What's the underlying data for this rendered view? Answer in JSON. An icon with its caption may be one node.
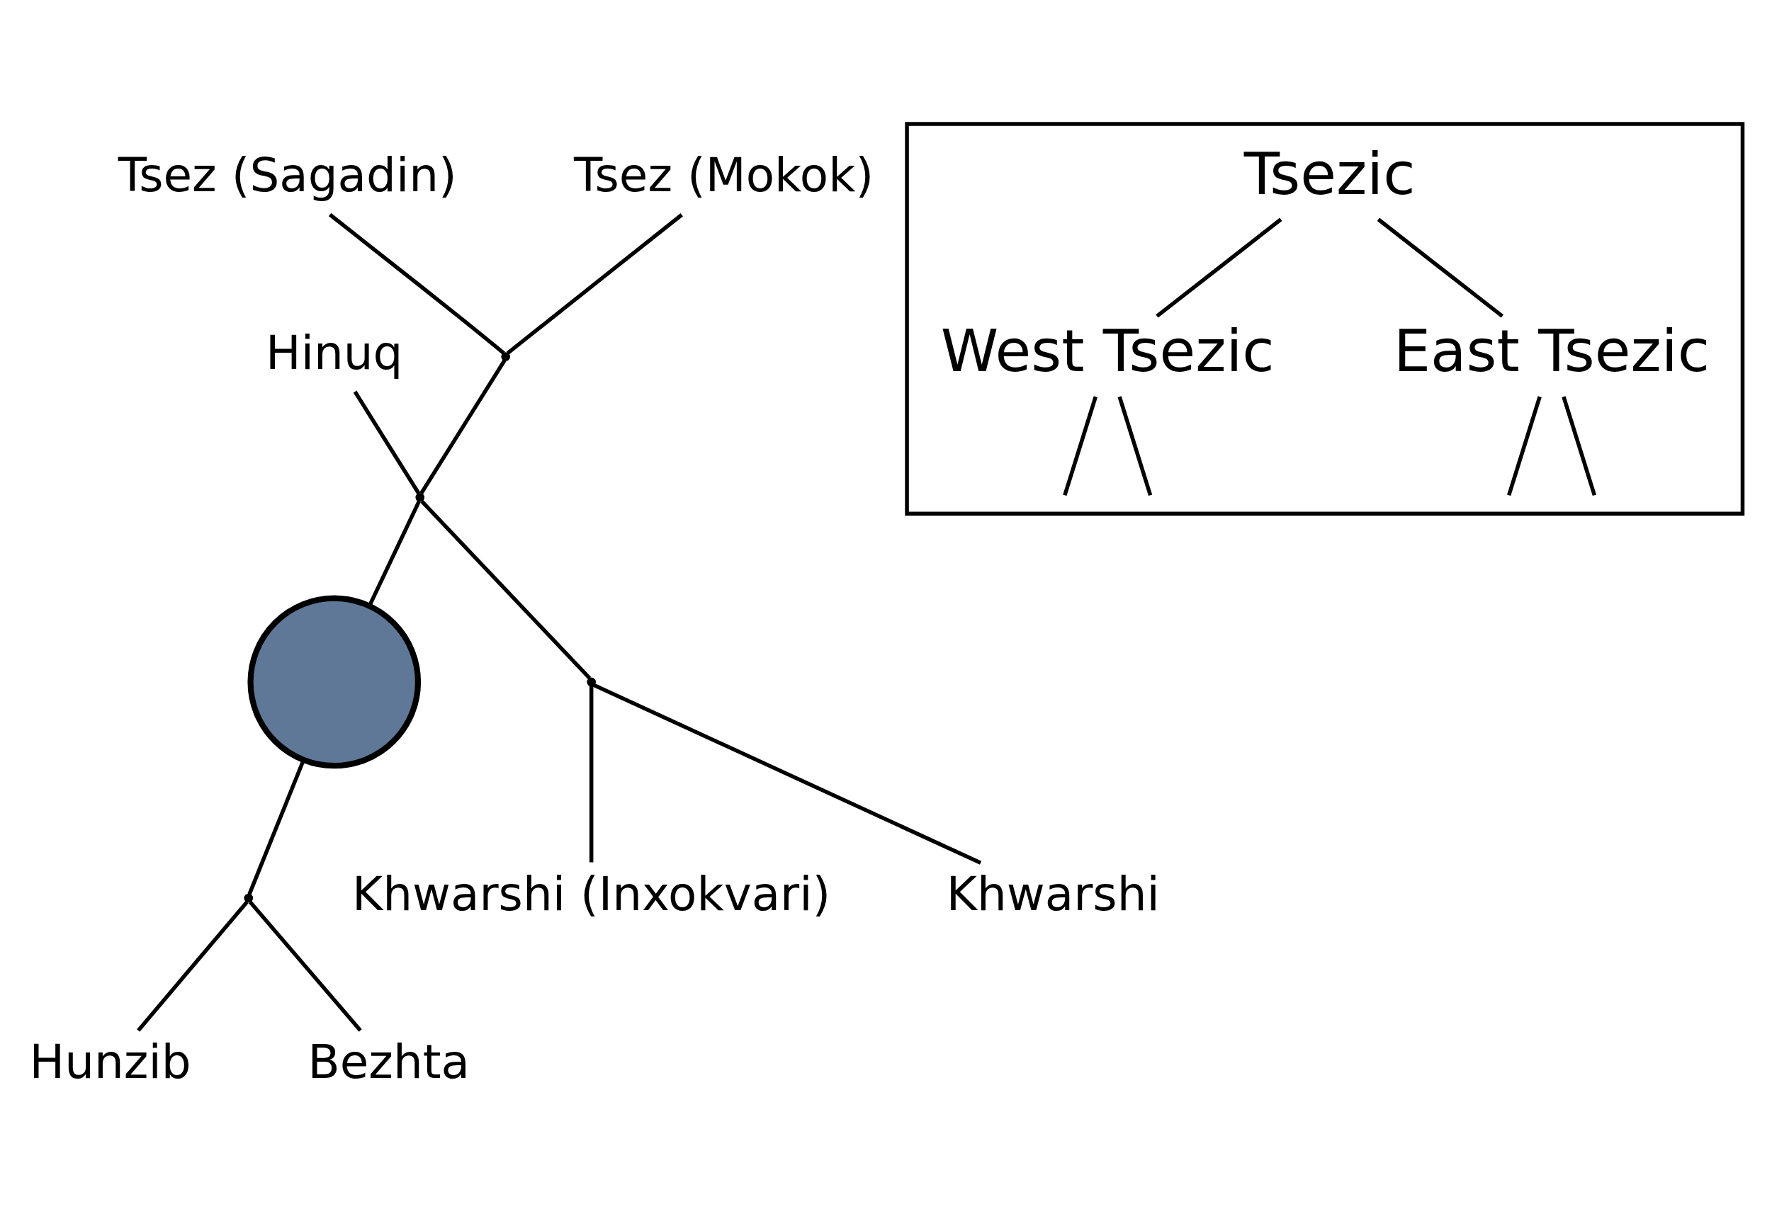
{
  "diagram": {
    "nodes": [
      {
        "text": [
          "Hinuq"
        ]
      },
      {
        "text": [
          "Hunzib"
        ]
      },
      {
        "text": [
          "Tsez (Sagadin)"
        ]
      },
      {
        "text": [
          "Bezhta"
        ]
      },
      {
        "text": [
          "Tsez (Mokok)"
        ]
      },
      {
        "text": [
          "Khwarshi (Inxokvari)"
        ]
      },
      {
        "text": [
          "Khwarshi"
        ]
      },
      {
        "text": [],
        "shape": "point"
      },
      {
        "text": [],
        "shape": "point"
      },
      {
        "text": [],
        "shape": "circle"
      },
      {
        "text": [],
        "shape": "point"
      },
      {
        "text": [],
        "shape": "point"
      },
      {
        "text": [],
        "shape": "box"
      },
      {
        "text": [
          "Tsezic"
        ],
        "in": 12
      },
      {
        "text": [
          "West Tsezic"
        ],
        "in": 12
      },
      {
        "text": [
          "East Tsezic"
        ],
        "in": 12
      }
    ],
    "edges": [
      {
        "from": 0,
        "to": 8,
        "arrow": "none"
      },
      {
        "from": 2,
        "to": 7,
        "arrow": "none"
      },
      {
        "from": 4,
        "to": 7,
        "arrow": "none"
      },
      {
        "from": 7,
        "to": 8,
        "arrow": "none"
      },
      {
        "from": 8,
        "to": 9,
        "arrow": "none"
      },
      {
        "from": 9,
        "to": 10,
        "arrow": "none"
      },
      {
        "from": 10,
        "to": 1,
        "arrow": "none"
      },
      {
        "from": 10,
        "to": 3,
        "arrow": "none"
      },
      {
        "from": 8,
        "to": 11,
        "arrow": "none"
      },
      {
        "from": 11,
        "to": 6,
        "arrow": "none"
      },
      {
        "from": 11,
        "to": 5,
        "arrow": "none"
      },
      {
        "from": 13,
        "to": 14,
        "arrow": "none"
      },
      {
        "from": 13,
        "to": 15,
        "arrow": "none"
      },
      {
        "from": 14,
        "to": null,
        "arrow": "none"
      },
      {
        "from": 14,
        "to": null,
        "arrow": "none"
      },
      {
        "from": 15,
        "to": null,
        "arrow": "none"
      },
      {
        "from": 15,
        "to": null,
        "arrow": "none"
      }
    ]
  }
}
